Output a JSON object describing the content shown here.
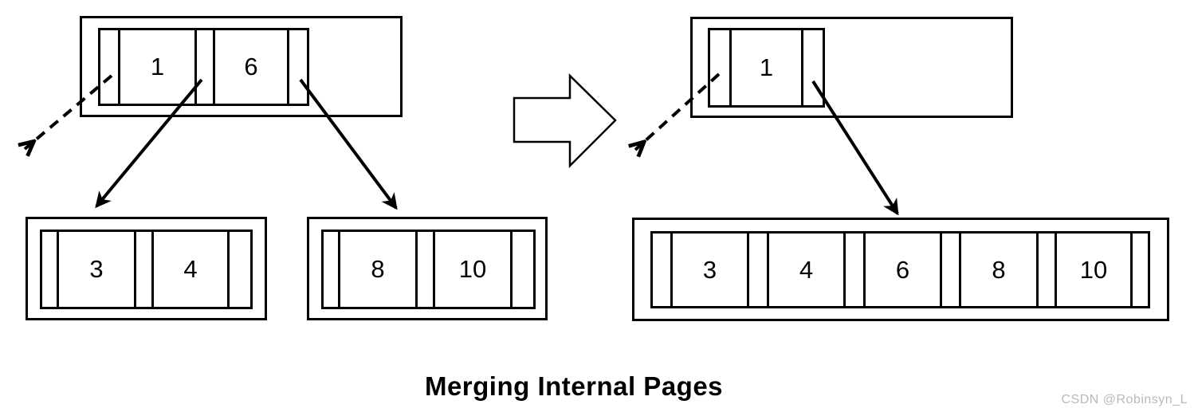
{
  "title": "Merging Internal Pages",
  "watermark": "CSDN @Robinsyn_L",
  "colors": {
    "line": "#000000",
    "background": "#ffffff",
    "watermark": "#b7babc"
  },
  "before_tree": {
    "root": {
      "keys": [
        "1",
        "6"
      ]
    },
    "leaves": [
      {
        "keys": [
          "3",
          "4"
        ]
      },
      {
        "keys": [
          "8",
          "10"
        ]
      }
    ]
  },
  "after_tree": {
    "root": {
      "keys": [
        "1"
      ]
    },
    "merged_leaf": {
      "keys": [
        "3",
        "4",
        "6",
        "8",
        "10"
      ]
    }
  },
  "icons": {
    "transform": "right-block-arrow",
    "sibling_pointer": "dashed-arrow",
    "child_pointer": "solid-arrow"
  }
}
